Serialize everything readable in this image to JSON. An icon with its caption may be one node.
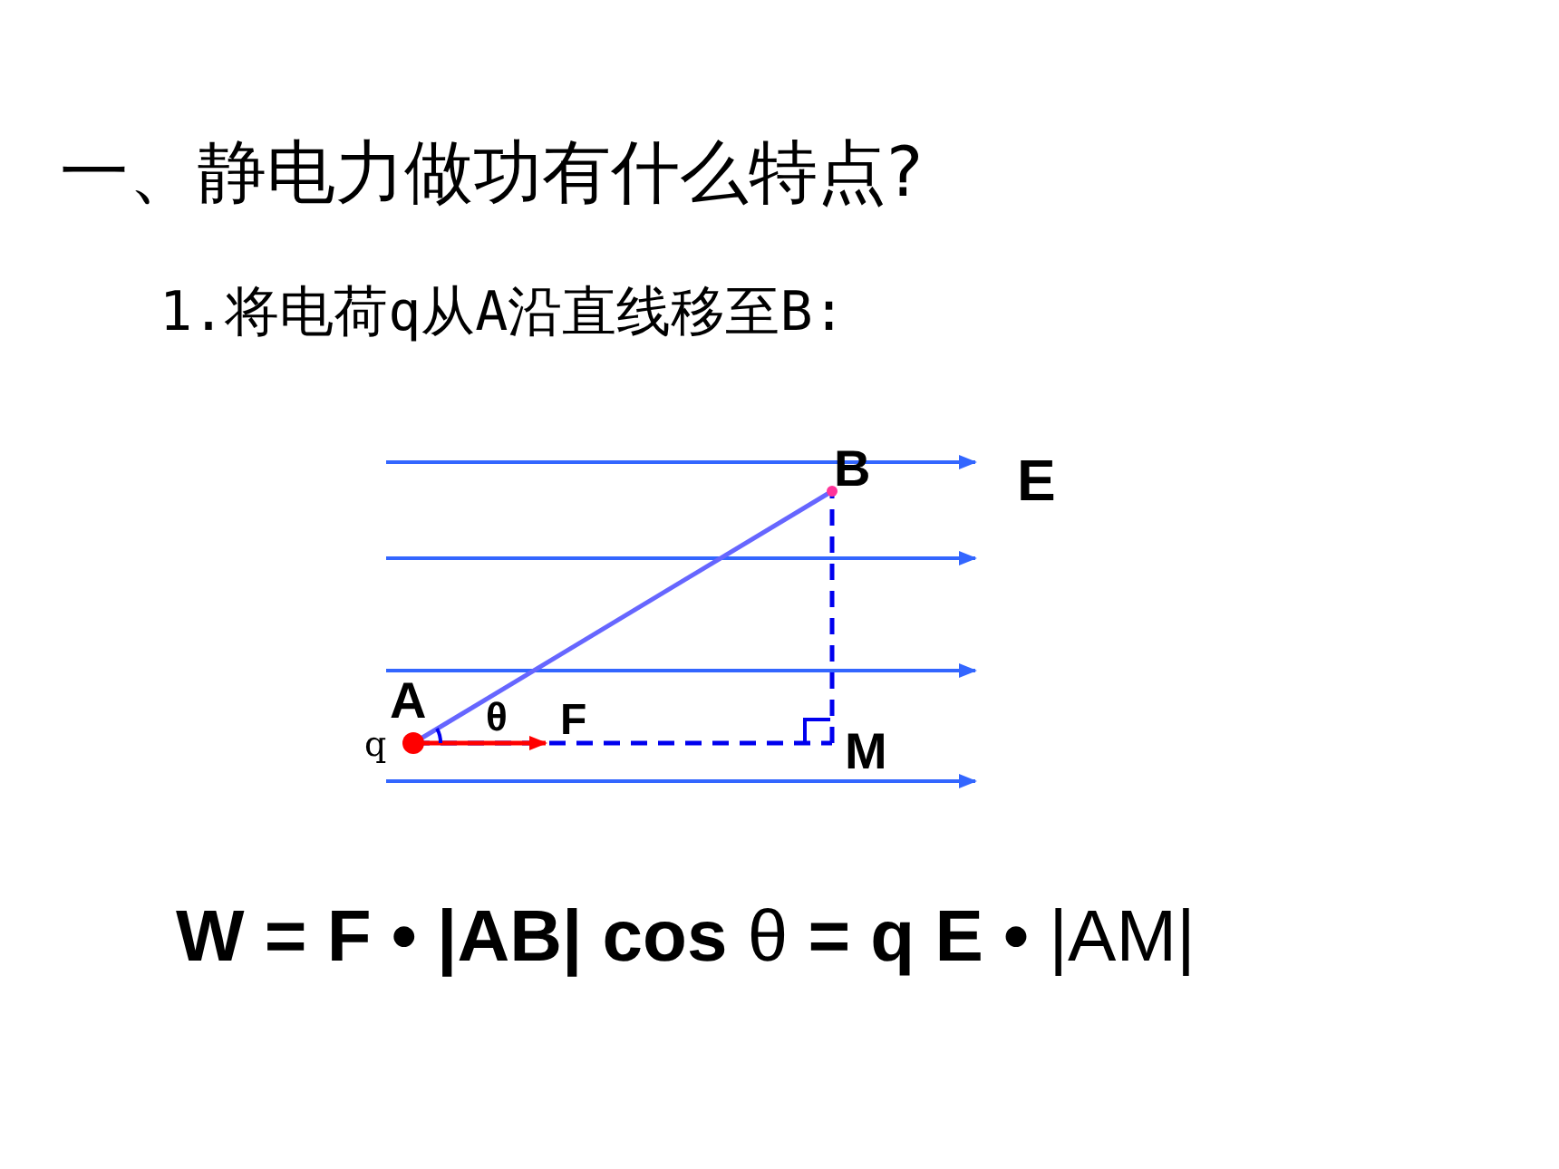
{
  "diagram": {
    "title": "一、静电力做功有什么特点?",
    "nodes": [
      {
        "text": [
          "A"
        ],
        "beside": [
          "q"
        ]
      },
      {
        "text": [
          "B"
        ]
      },
      {
        "text": [
          "M"
        ]
      }
    ],
    "edges": [
      {
        "from": 0,
        "to": 1,
        "arrow": "none",
        "color": "#6666ff"
      },
      {
        "from": 0,
        "to": 2,
        "arrow": "none",
        "style": "dashed"
      },
      {
        "from": 2,
        "to": 1,
        "arrow": "none",
        "style": "dashed"
      }
    ],
    "labels": [
      "1.将电荷q从A沿直线移至B:",
      "E",
      "θ",
      "F",
      "**W = F • |AB| cos** θ **= q E •** |AM|"
    ]
  }
}
